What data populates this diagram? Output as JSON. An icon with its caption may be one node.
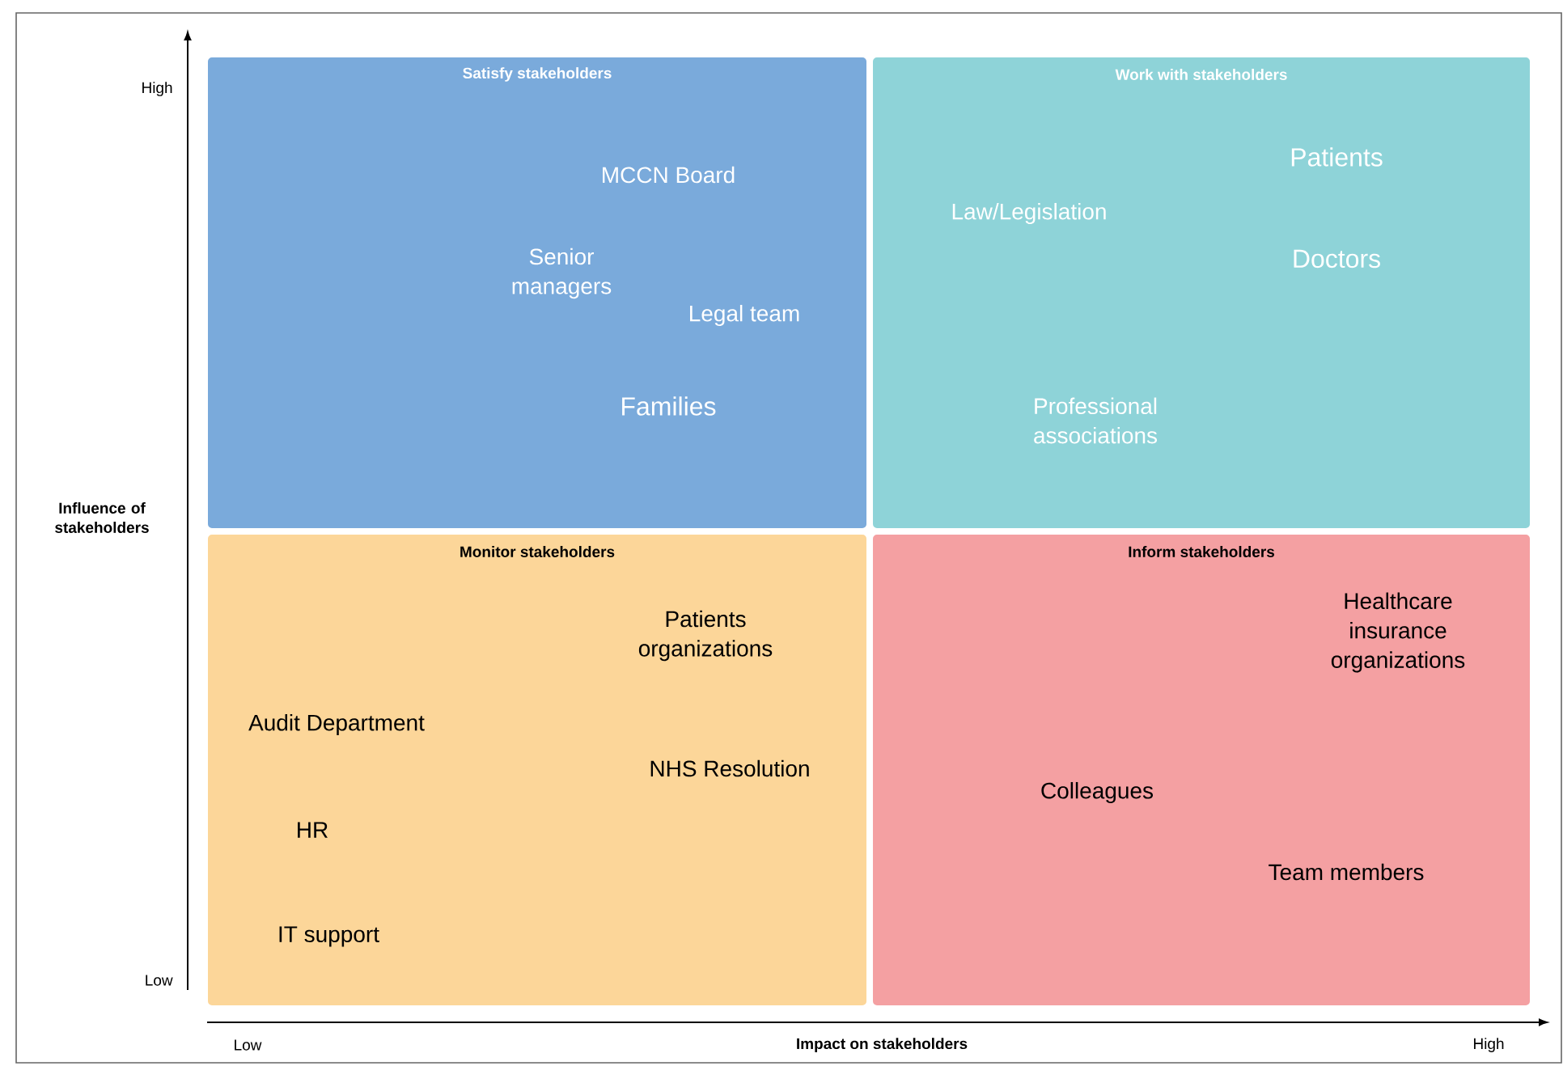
{
  "diagram": {
    "nodes": [
      {
        "text": [
          "Satisfy stakeholders",
          "MCCN Board",
          "Senior managers",
          "Legal team",
          "Families"
        ]
      },
      {
        "text": [
          "Work with stakeholders",
          "Law/Legislation",
          "Patients",
          "Doctors",
          "Professional associations"
        ]
      },
      {
        "text": [
          "Monitor stakeholders",
          "Patients organizations",
          "Audit Department",
          "NHS Resolution",
          "HR",
          "IT support"
        ]
      },
      {
        "text": [
          "Inform stakeholders",
          "Healthcare insurance organizations",
          "Colleagues",
          "Team members"
        ]
      }
    ],
    "labels": [
      "High",
      "Influence of stakeholders",
      "Low",
      "Low",
      "Impact on stakeholders",
      "High"
    ]
  }
}
